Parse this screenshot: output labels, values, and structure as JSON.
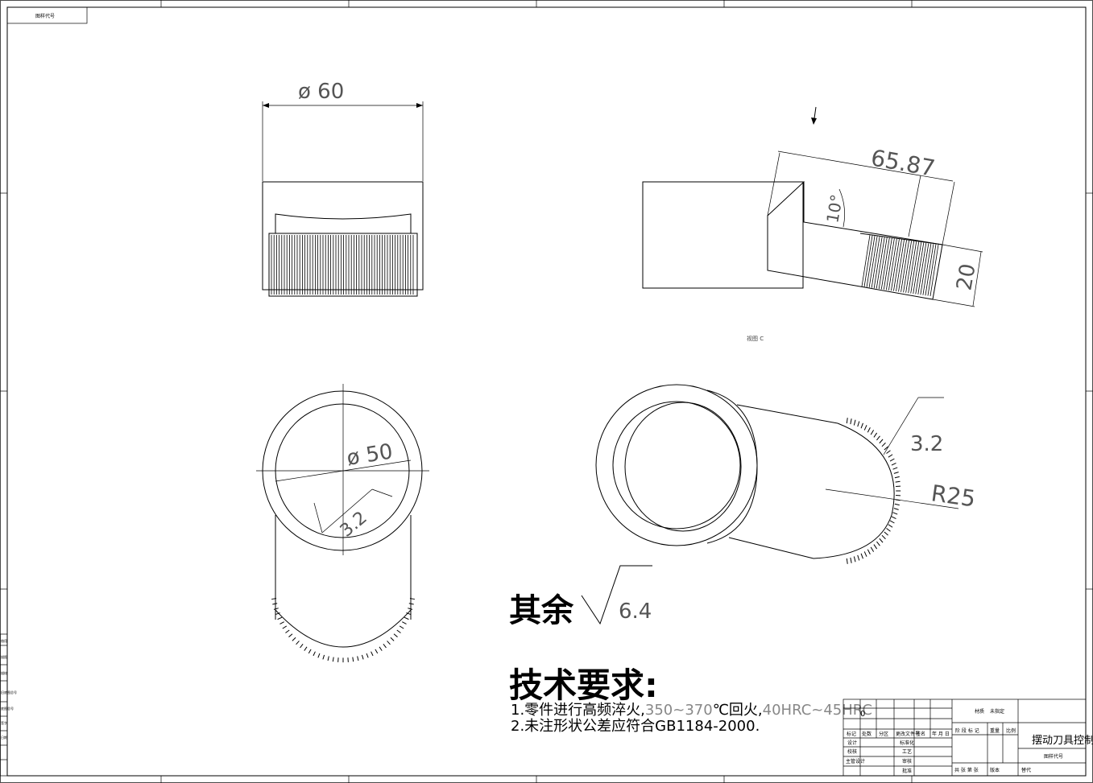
{
  "corner_tag": "图样代号",
  "view_label": "视图 C",
  "dimensions": {
    "front_diameter": "ø 60",
    "inner_diameter": "ø 50",
    "length": "65.87",
    "angle": "10°",
    "width": "20",
    "radius": "R25",
    "roughness_bottom_left": "3.2",
    "roughness_iso": "3.2"
  },
  "surface_note": {
    "label": "其余",
    "value": "6.4"
  },
  "tech_requirements": {
    "title": "技术要求:",
    "item1_prefix": "1.零件进行高频淬火,",
    "item1_value": "350~370",
    "item1_mid": "℃回火,",
    "item1_hrc": "40HRC~45HRC",
    "item2": "2.未注形状公差应符合GB1184-2000."
  },
  "title_block": {
    "material_label": "材质",
    "material_value": "未指定",
    "part_name": "摆动刀具控制",
    "headers": [
      "标记",
      "处数",
      "分区",
      "更改文件号",
      "签名",
      "年 月 日"
    ],
    "rows_left": [
      "设计",
      "校核",
      "主管设计"
    ],
    "rows_mid": [
      "标准化",
      "工艺",
      "审核",
      "批准"
    ],
    "stage_label": "阶 段 标 记",
    "weight_label": "重量",
    "scale_label": "比例",
    "drawing_code_label": "图样代号",
    "sheet_label": "共 张 第 张",
    "version_label": "版本",
    "replace_label": "替代",
    "zero_mark": "0"
  },
  "left_strip": [
    "借用",
    "描图",
    "描校",
    "旧底图总号",
    "底图总号",
    "签字",
    "日期"
  ]
}
